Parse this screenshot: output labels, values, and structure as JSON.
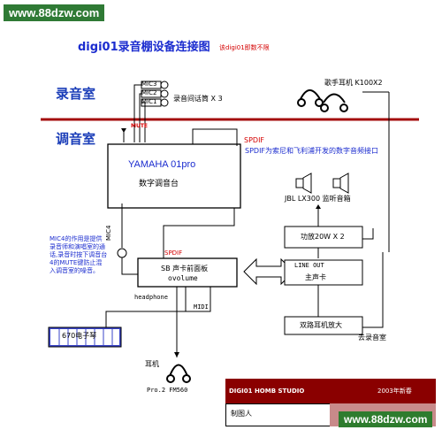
{
  "watermark_top": "www.88dzw.com",
  "watermark_bottom": "www.88dzw.com",
  "title": {
    "main": "digi01录音棚设备连接图",
    "note": "该digi01即数不限"
  },
  "rooms": {
    "recording": "录音室",
    "control": "调音室"
  },
  "mics": [
    "MIC3",
    "MIC2",
    "MIC1"
  ],
  "mic_label": "录音间话筒 X 3",
  "headphones_label": "歌手耳机 K100X2",
  "mute_label": "MUTE",
  "mixer": {
    "name": "YAMAHA 01pro",
    "sub": "数字调音台"
  },
  "spdif_label": "SPDIF",
  "spdif_note": "SPDIF为索尼和飞利浦开发的数字音频接口",
  "speakers_label": "JBL LX300 监听音箱",
  "amp_label": "功放20W X 2",
  "mic4_label": "MIC4",
  "mic4_note": "MIC4的作用是提供录音师和演唱室的通话,录音时按下调音台4的MUTE键防止混入调音室的噪音。",
  "sb": {
    "name": "SB 声卡前面板",
    "sub": "ovolume"
  },
  "spdif2_label": "SPDIF",
  "line_out": {
    "label": "LINE OUT",
    "sub": "主声卡"
  },
  "headphone_label": "headphone",
  "midi_label": "MIDI",
  "keyboard_label": "670电子琴",
  "ear_label": "耳机",
  "ear_model": "Pro.2 FM560",
  "headamp_label": "双路耳机放大",
  "to_recording": "去录音室",
  "footer": {
    "studio": "DIGI01 HOMB STUDIO",
    "year": "2003年新春",
    "maker": "制图人"
  },
  "colors": {
    "watermark": "#2f7a35",
    "wall": "#a40d0d",
    "blue": "#1b2ccf",
    "red": "#d40000",
    "keyboard": "#3a44c8"
  }
}
